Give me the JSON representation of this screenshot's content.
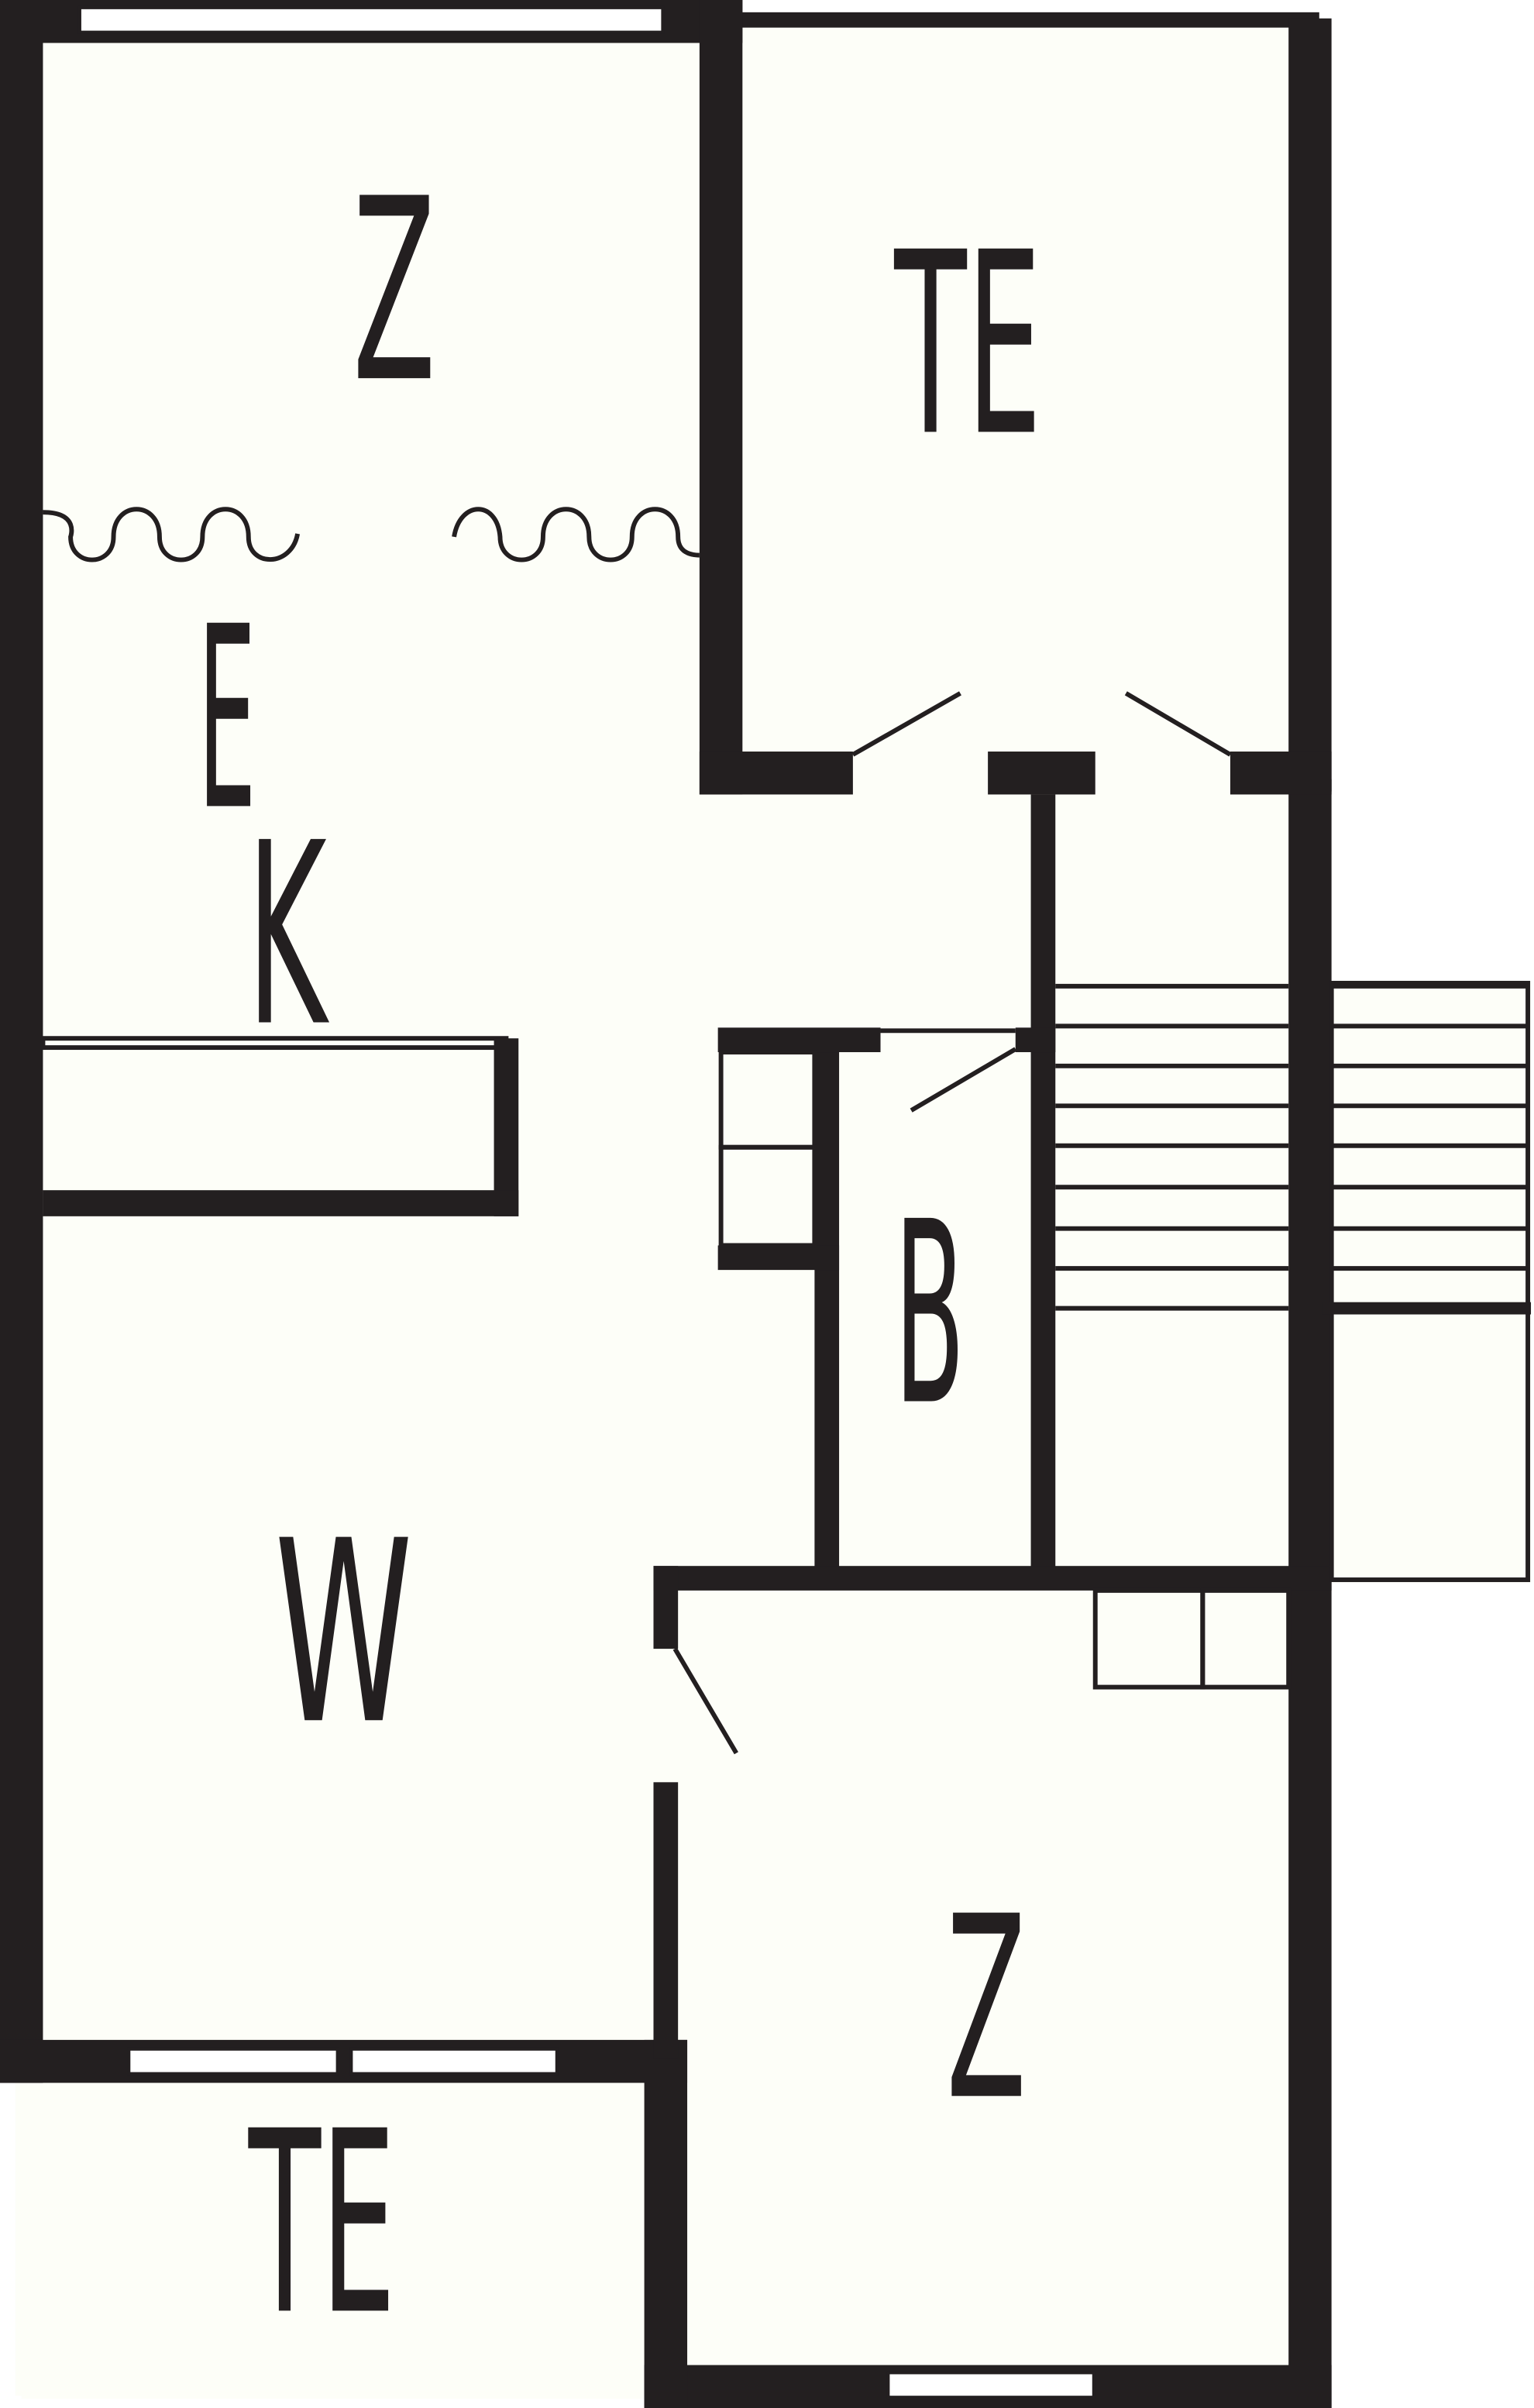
{
  "colors": {
    "wall": "#231f20",
    "floor": "#fdfef8",
    "window": "#ffffff"
  },
  "rooms": {
    "z_top": "Z",
    "te_top": "TE",
    "e": "E",
    "k": "K",
    "b": "B",
    "w": "W",
    "z_bottom": "Z",
    "te_bottom": "TE"
  }
}
